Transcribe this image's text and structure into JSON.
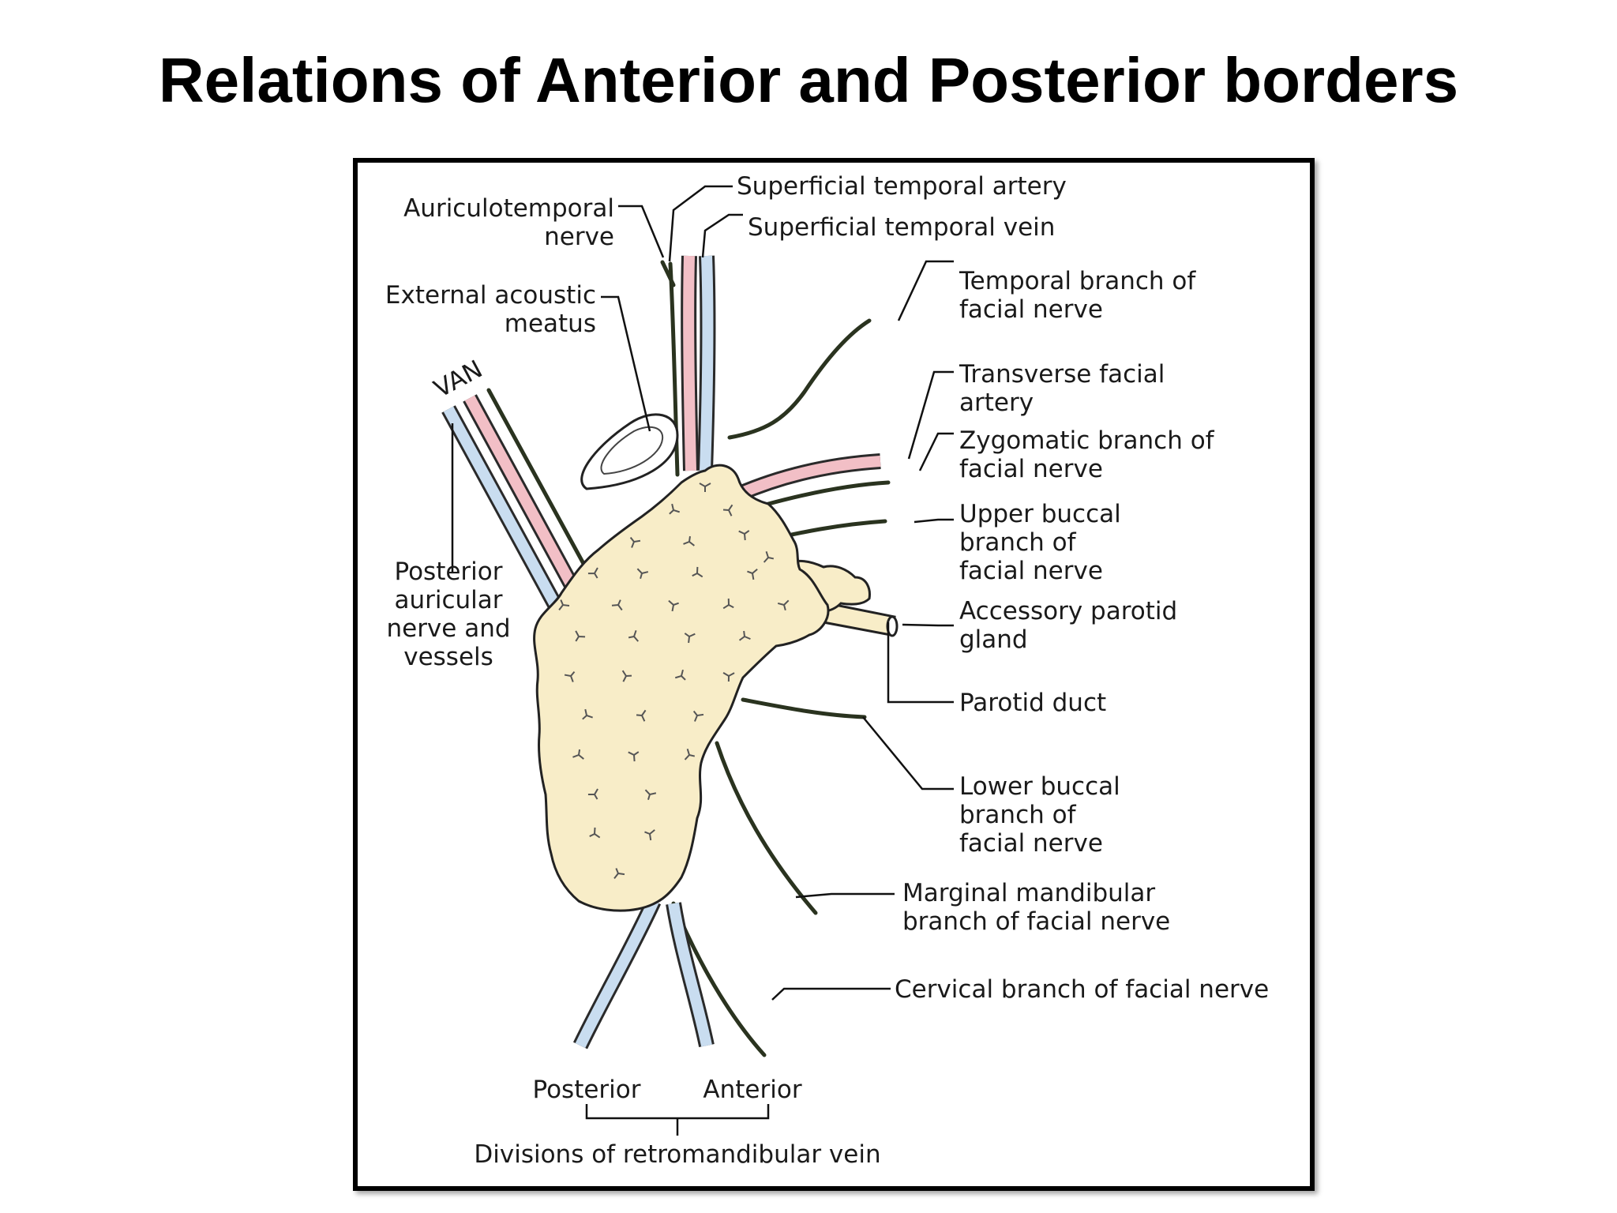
{
  "slide": {
    "title": "Relations of Anterior and Posterior borders"
  },
  "diagram": {
    "labels": {
      "auriculotemporal_1": "Auriculotemporal",
      "auriculotemporal_2": "nerve",
      "sup_temp_artery": "Superficial temporal artery",
      "sup_temp_vein": "Superficial temporal vein",
      "ext_acoustic_1": "External acoustic",
      "ext_acoustic_2": "meatus",
      "temporal_branch_1": "Temporal branch of",
      "temporal_branch_2": "facial nerve",
      "van": "VAN",
      "transverse_facial_1": "Transverse facial",
      "transverse_facial_2": "artery",
      "zygomatic_branch_1": "Zygomatic branch of",
      "zygomatic_branch_2": "facial nerve",
      "upper_buccal_1": "Upper buccal",
      "upper_buccal_2": "branch of",
      "upper_buccal_3": "facial nerve",
      "post_auricular_1": "Posterior",
      "post_auricular_2": "auricular",
      "post_auricular_3": "nerve and",
      "post_auricular_4": "vessels",
      "accessory_parotid_1": "Accessory parotid",
      "accessory_parotid_2": "gland",
      "parotid_duct": "Parotid duct",
      "lower_buccal_1": "Lower buccal",
      "lower_buccal_2": "branch of",
      "lower_buccal_3": "facial nerve",
      "marginal_mandibular_1": "Marginal mandibular",
      "marginal_mandibular_2": "branch of facial nerve",
      "cervical_branch": "Cervical branch of facial nerve",
      "posterior_division": "Posterior",
      "anterior_division": "Anterior",
      "divisions_caption": "Divisions of retromandibular vein"
    },
    "colors": {
      "gland_fill": "#f8edc8",
      "vein_fill": "#c9ddf0",
      "artery_fill": "#f2bfc6",
      "nerve": "#2a331f"
    }
  }
}
